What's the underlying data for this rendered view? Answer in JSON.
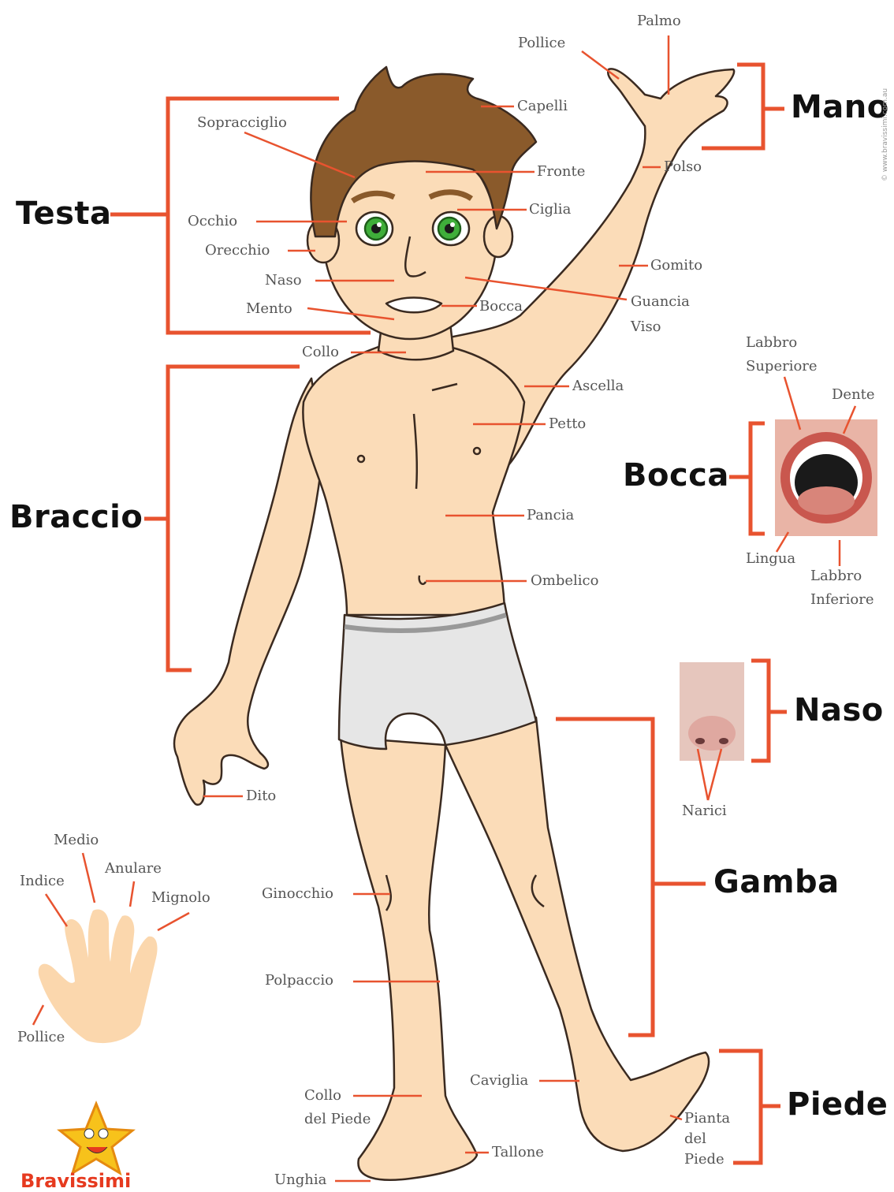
{
  "colors": {
    "bracket": "#e8532f",
    "skin": "#fbdcb8",
    "hair": "#8a5a2b",
    "eyes": "#3fae3a",
    "briefs": "#e6e6e6"
  },
  "groups": {
    "testa": "Testa",
    "braccio": "Braccio",
    "mano": "Mano",
    "bocca": "Bocca",
    "naso": "Naso",
    "gamba": "Gamba",
    "piede": "Piede"
  },
  "labels": {
    "palmo": "Palmo",
    "pollice_top": "Pollice",
    "capelli": "Capelli",
    "sopracciglio": "Sopracciglio",
    "fronte": "Fronte",
    "polso": "Polso",
    "occhio": "Occhio",
    "ciglia": "Ciglia",
    "orecchio": "Orecchio",
    "naso": "Naso",
    "gomito": "Gomito",
    "mento": "Mento",
    "bocca": "Bocca",
    "guancia": "Guancia",
    "viso": "Viso",
    "collo": "Collo",
    "ascella": "Ascella",
    "petto": "Petto",
    "pancia": "Pancia",
    "ombelico": "Ombelico",
    "dito": "Dito",
    "ginocchio": "Ginocchio",
    "polpaccio": "Polpaccio",
    "caviglia": "Caviglia",
    "collo_piede_1": "Collo",
    "collo_piede_2": "del Piede",
    "tallone": "Tallone",
    "unghia": "Unghia",
    "pianta_1": "Pianta",
    "pianta_2": "del",
    "pianta_3": "Piede",
    "labbro_sup_1": "Labbro",
    "labbro_sup_2": "Superiore",
    "dente": "Dente",
    "lingua": "Lingua",
    "labbro_inf_1": "Labbro",
    "labbro_inf_2": "Inferiore",
    "narici": "Narici",
    "medio": "Medio",
    "indice": "Indice",
    "anulare": "Anulare",
    "mignolo": "Mignolo",
    "pollice_hand": "Pollice"
  },
  "brand": "Bravissimi",
  "copyright": "© www.bravissimi.com.au"
}
